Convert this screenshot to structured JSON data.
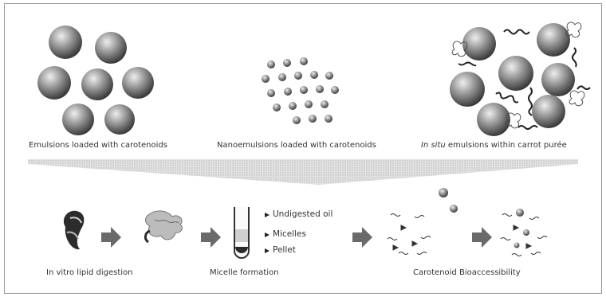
{
  "top_panels": [
    {
      "caption": "Emulsions loaded with carotenoids"
    },
    {
      "caption": "Nanoemulsions loaded with carotenoids"
    },
    {
      "caption_italic": "In situ",
      "caption_rest": " emulsions within carrot purée"
    }
  ],
  "process": {
    "step1": "In vitro lipid digestion",
    "step2": "Micelle formation",
    "step3": "Carotenoid Bioaccessibility",
    "tube_labels": [
      "Undigested oil",
      "Micelles",
      "Pellet"
    ]
  },
  "colors": {
    "sphere_light": "#e8e8e8",
    "sphere_dark": "#3a3a3a",
    "arrow": "#6a6a6a",
    "funnel": "#d6d6d6"
  }
}
